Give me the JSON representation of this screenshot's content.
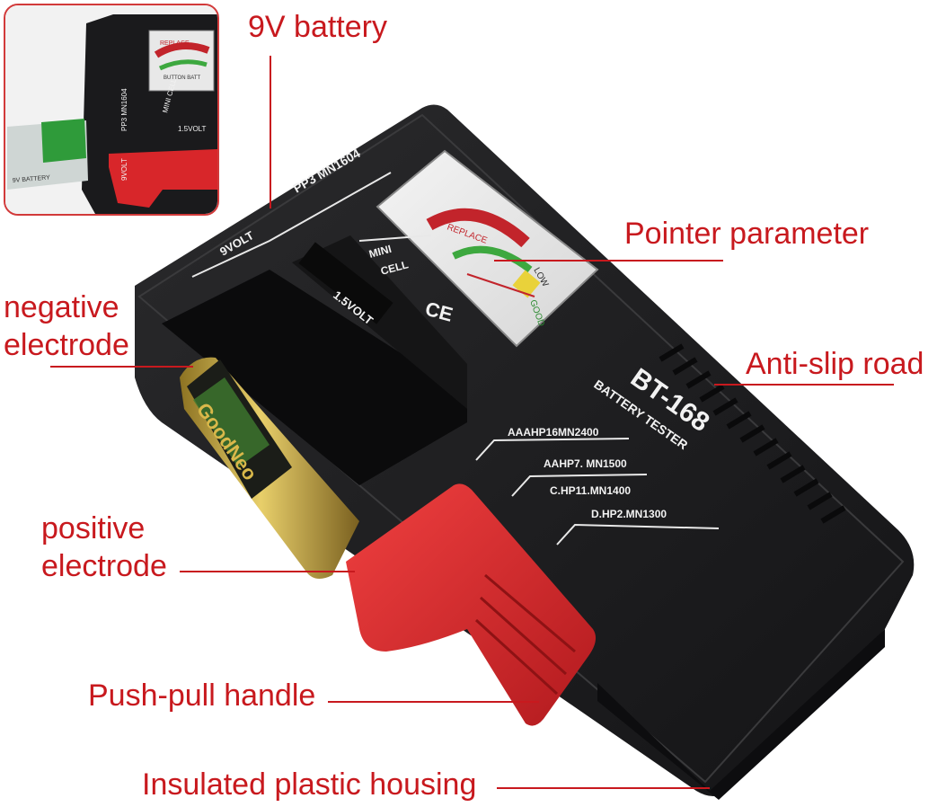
{
  "labels": {
    "nine_volt": "9V battery",
    "pointer": "Pointer parameter",
    "negative_line1": "negative",
    "negative_line2": "electrode",
    "anti_slip": "Anti-slip road",
    "positive_line1": "positive",
    "positive_line2": "electrode",
    "push_pull": "Push-pull handle",
    "housing": "Insulated plastic housing"
  },
  "device": {
    "model": "BT-168",
    "subtitle": "BATTERY TESTER",
    "pp3": "PP3 MN1604",
    "nine_volt_mark": "9VOLT",
    "mini_line1": "MINI",
    "mini_line2": "CELL",
    "one_five_volt": "1.5VOLT",
    "ce": "CE",
    "aaa": "AAAHP16MN2400",
    "aa": "AAHP7. MN1500",
    "c": "C.HP11.MN1400",
    "d": "D.HP2.MN1300",
    "meter_replace": "REPLACE",
    "meter_low": "LOW",
    "meter_good": "GOOD",
    "battery_brand": "GoodNeo"
  },
  "inset": {
    "nine_volt_mark": "9VOLT",
    "pp3": "PP3 MN1604",
    "mini": "MINI CELL",
    "one_five_volt": "1.5VOLT",
    "battery_text": "9V BATTERY",
    "meter_replace": "REPLACE",
    "meter_bottom": "BUTTON BATT"
  },
  "colors": {
    "callout": "#c8191e",
    "housing": "#1c1c1e",
    "handle": "#d8262a",
    "battery": "#c9a437"
  }
}
